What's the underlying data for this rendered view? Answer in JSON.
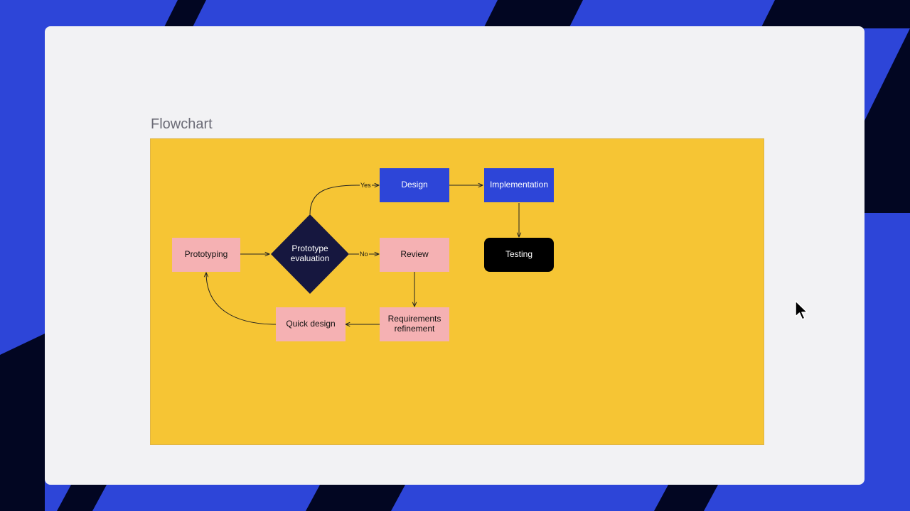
{
  "frame": {
    "title": "Flowchart"
  },
  "colors": {
    "background_blue": "#2d45d8",
    "background_stripe": "#020622",
    "card": "#f2f2f4",
    "canvas": "#f6c534",
    "pink_node": "#f5b1b3",
    "blue_node": "#2d45d8",
    "diamond": "#16173f",
    "terminal": "#000000"
  },
  "nodes": {
    "prototyping": "Prototyping",
    "evaluation_line1": "Prototype",
    "evaluation_line2": "evaluation",
    "design": "Design",
    "implementation": "Implementation",
    "review": "Review",
    "testing": "Testing",
    "requirements_line1": "Requirements",
    "requirements_line2": "refinement",
    "quick_design": "Quick design"
  },
  "edges": {
    "yes_label": "Yes",
    "no_label": "No"
  },
  "cursor": {
    "icon": "mouse-pointer-icon"
  }
}
